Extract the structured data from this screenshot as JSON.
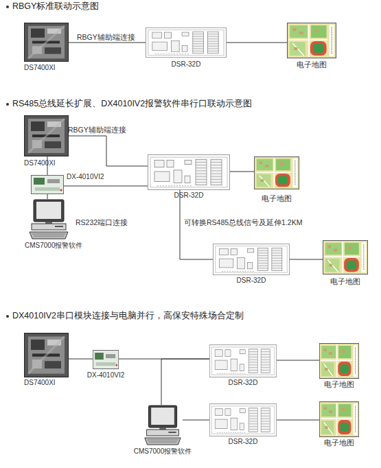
{
  "diagram": {
    "nodes": [
      {
        "text": [
          "DS7400XI"
        ]
      },
      {
        "text": [
          "DSR-32D"
        ]
      },
      {
        "text": [
          "电子地图"
        ]
      },
      {
        "text": [
          "DS7400XI"
        ]
      },
      {
        "text": [
          "DSR-32D"
        ]
      },
      {
        "text": [
          "电子地图"
        ]
      },
      {
        "text": [
          "DX-4010VI2"
        ]
      },
      {
        "text": [
          "CMS7000报警软件"
        ]
      },
      {
        "text": [
          "DSR-32D"
        ]
      },
      {
        "text": [
          "电子地图"
        ]
      },
      {
        "text": [
          "DS7400XI"
        ]
      },
      {
        "text": [
          "DX-4010VI2"
        ]
      },
      {
        "text": [
          "DSR-32D"
        ]
      },
      {
        "text": [
          "电子地图"
        ]
      },
      {
        "text": [
          "CMS7000报警软件"
        ]
      },
      {
        "text": [
          "DSR-32D"
        ]
      },
      {
        "text": [
          "电子地图"
        ]
      }
    ],
    "edges": [
      {
        "from": 0,
        "to": 1,
        "arrow": "none",
        "label": "RBGY辅助端连接"
      },
      {
        "from": 1,
        "to": 2,
        "arrow": "none"
      },
      {
        "from": 3,
        "to": 4,
        "arrow": "none",
        "label": "RBGY辅助端连接"
      },
      {
        "from": 3,
        "to": 6,
        "arrow": "none"
      },
      {
        "from": 6,
        "to": 4,
        "arrow": "none"
      },
      {
        "from": 7,
        "to": 6,
        "arrow": "none",
        "label": "RS232端口连接"
      },
      {
        "from": 4,
        "to": 5,
        "arrow": "none"
      },
      {
        "from": 4,
        "to": 8,
        "arrow": "none",
        "label": "可转换RS485总线信号及延伸1.2KM"
      },
      {
        "from": 8,
        "to": 9,
        "arrow": "none"
      },
      {
        "from": 10,
        "to": 11,
        "arrow": "none"
      },
      {
        "from": 11,
        "to": 12,
        "arrow": "none"
      },
      {
        "from": 14,
        "to": 12,
        "arrow": "none"
      },
      {
        "from": 14,
        "to": 15,
        "arrow": "none"
      },
      {
        "from": 12,
        "to": 13,
        "arrow": "none"
      },
      {
        "from": 15,
        "to": 16,
        "arrow": "none"
      }
    ],
    "labels": [
      "RBGY标准联动示意图",
      "RS485总线延长扩展、DX4010IV2报警软件串行口联动示意图",
      "DX4010IV2串口模块连接与电脑并行，高保安特殊场合定制"
    ]
  }
}
